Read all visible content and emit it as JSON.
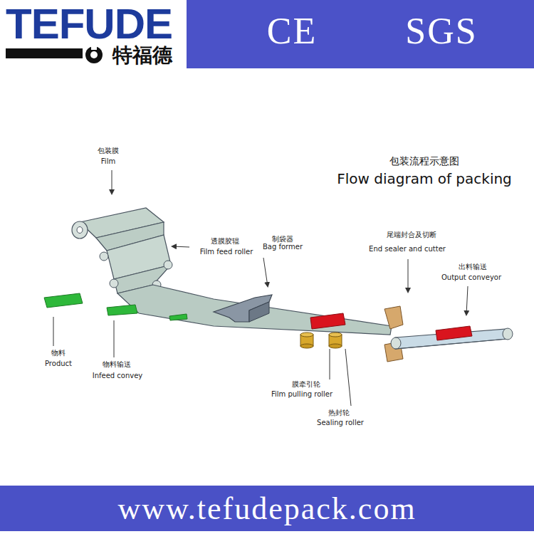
{
  "diagram": {
    "title": "包装流程示意图",
    "nodes": [
      {
        "text": [
          "CE",
          "SGS"
        ]
      },
      {
        "text": [
          "www.tefudepack.com"
        ]
      }
    ],
    "labels": [
      "TEFUDE",
      "特福德",
      "Flow diagram of packing",
      "包装膜",
      "Film",
      "透膜胶辊",
      "Film feed roller",
      "制袋器",
      "Bag former",
      "尾端封合及切断",
      "End sealer and cutter",
      "出料输送",
      "Output conveyor",
      "物料",
      "Product",
      "物料输送",
      "Infeed convey",
      "膜牵引轮",
      "Film pulling roller",
      "热封轮",
      "Sealing roller"
    ]
  }
}
